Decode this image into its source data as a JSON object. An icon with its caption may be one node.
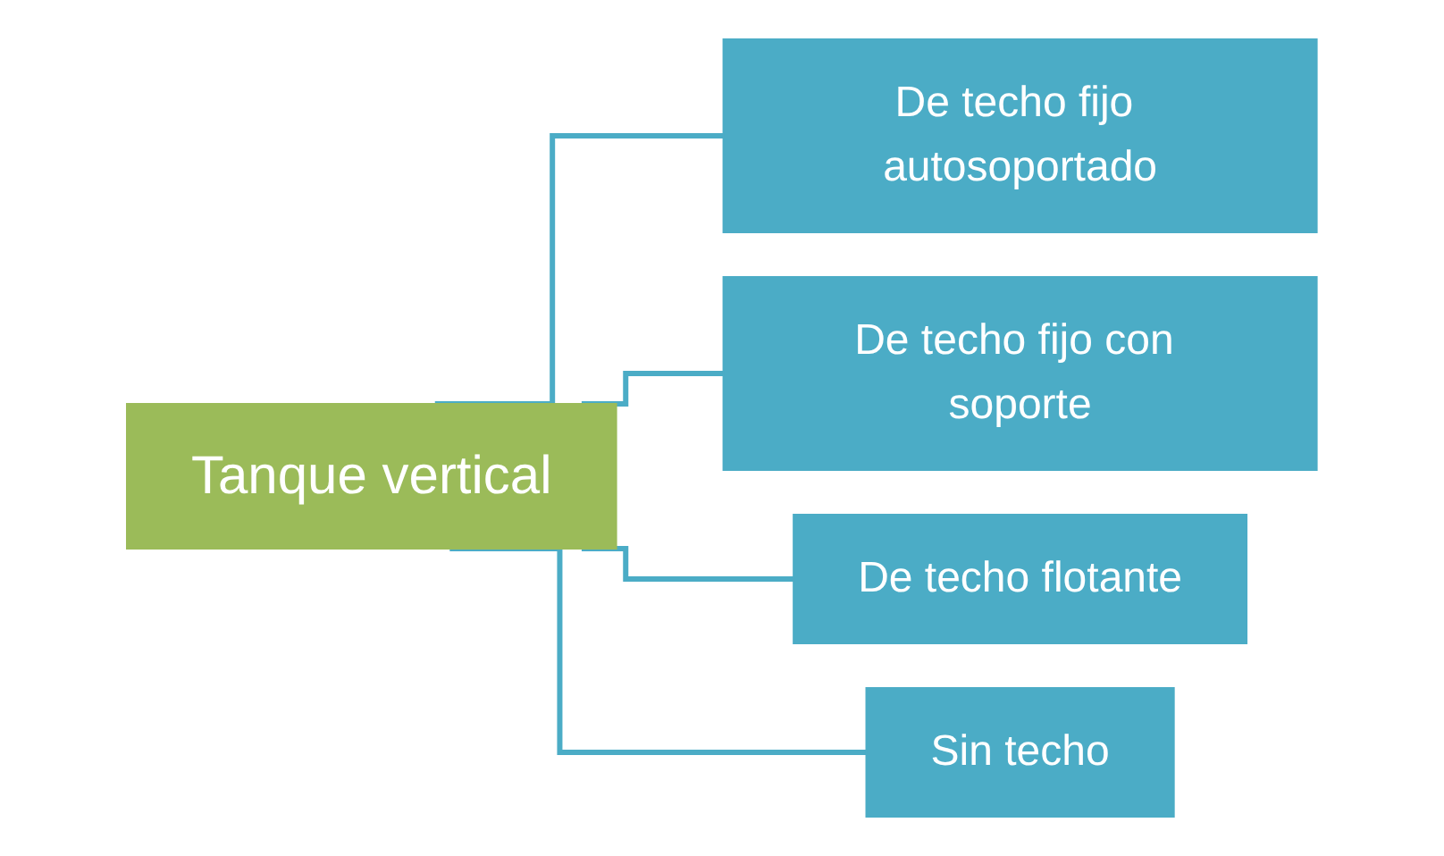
{
  "diagram": {
    "nodes": [
      {
        "text": [
          "Tanque vertical"
        ]
      },
      {
        "text": [
          "De techo fijo autosoportado"
        ]
      },
      {
        "text": [
          "De techo fijo con soporte"
        ]
      },
      {
        "text": [
          "De techo flotante"
        ]
      },
      {
        "text": [
          "Sin techo"
        ]
      }
    ],
    "edges": [
      {
        "from": 0,
        "to": 1,
        "arrow": "none"
      },
      {
        "from": 0,
        "to": 2,
        "arrow": "none"
      },
      {
        "from": 0,
        "to": 3,
        "arrow": "none"
      },
      {
        "from": 0,
        "to": 4,
        "arrow": "none"
      }
    ]
  }
}
